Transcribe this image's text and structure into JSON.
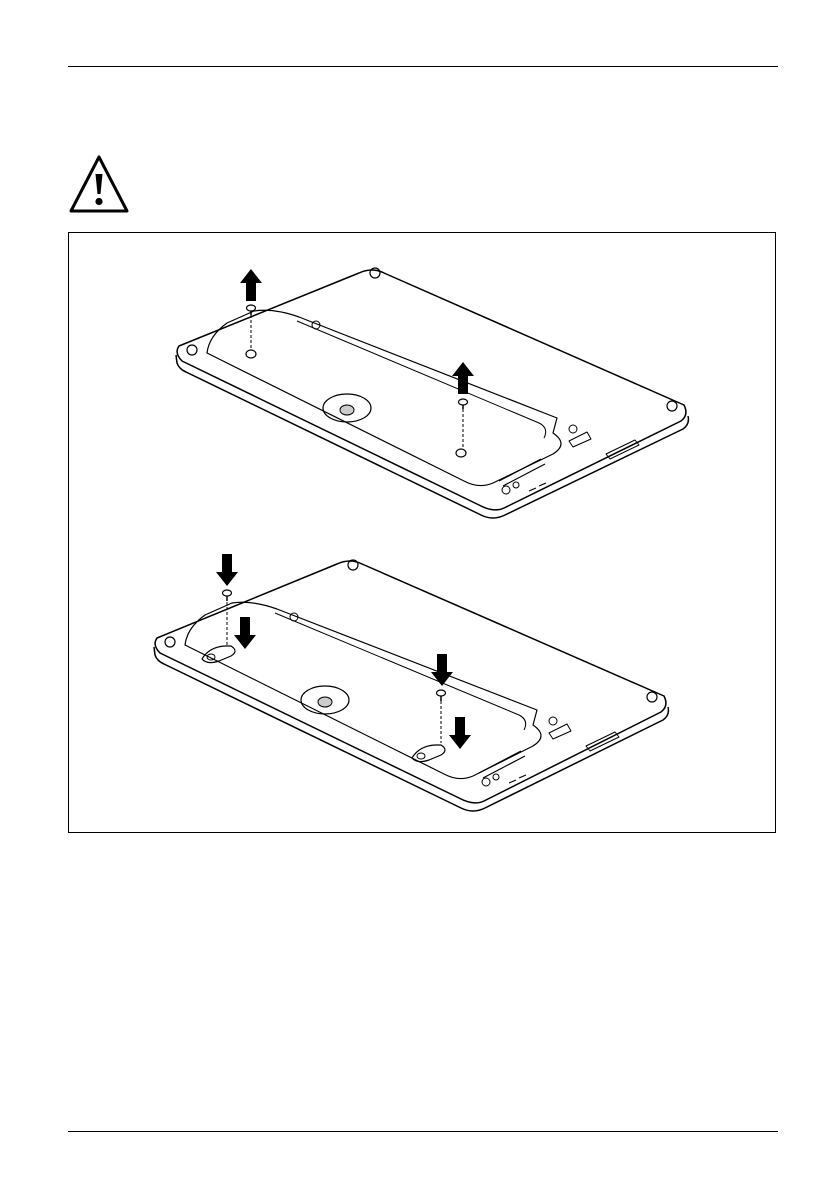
{
  "page": {
    "header_rule": true,
    "footer_rule": true
  },
  "warning": {
    "icon": "warning-triangle-icon",
    "color": "#000000"
  },
  "figure": {
    "icons": {
      "top_panel": "tablet-back-remove-screws-illustration",
      "bottom_panel": "tablet-back-insert-screws-illustration",
      "arrow_up": "arrow-up-icon",
      "arrow_down": "arrow-down-icon",
      "screw": "screw-icon"
    },
    "steps": [
      {
        "action": "remove",
        "screws": 2,
        "direction": "up"
      },
      {
        "action": "insert",
        "screws": 2,
        "direction": "down"
      }
    ]
  }
}
